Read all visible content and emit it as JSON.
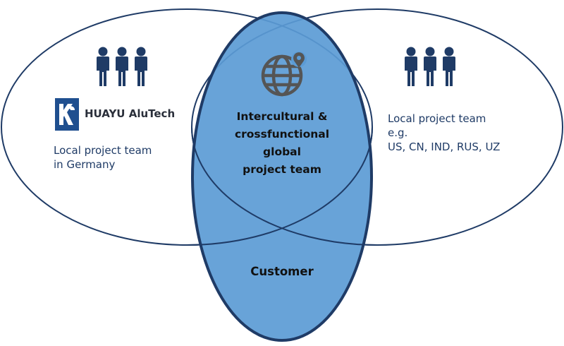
{
  "left_group": {
    "logo_text": "HUAYU AluTech",
    "line1": "Local project team",
    "line2": "in Germany"
  },
  "right_group": {
    "line1": "Local project team",
    "line2": "e.g.",
    "line3": "US, CN, IND, RUS, UZ"
  },
  "center_group": {
    "line1": "Intercultural &",
    "line2": "crossfunctional",
    "line3": "global",
    "line4": "project team"
  },
  "bottom_group": {
    "label": "Customer"
  },
  "colors": {
    "navy": "#1f3b66",
    "ellipse_fill": "#5b9bd5",
    "icon_gray": "#555555",
    "outline": "#1f3b66"
  },
  "icons": [
    "people-icon",
    "globe-pin-icon",
    "huayu-logo-icon"
  ]
}
